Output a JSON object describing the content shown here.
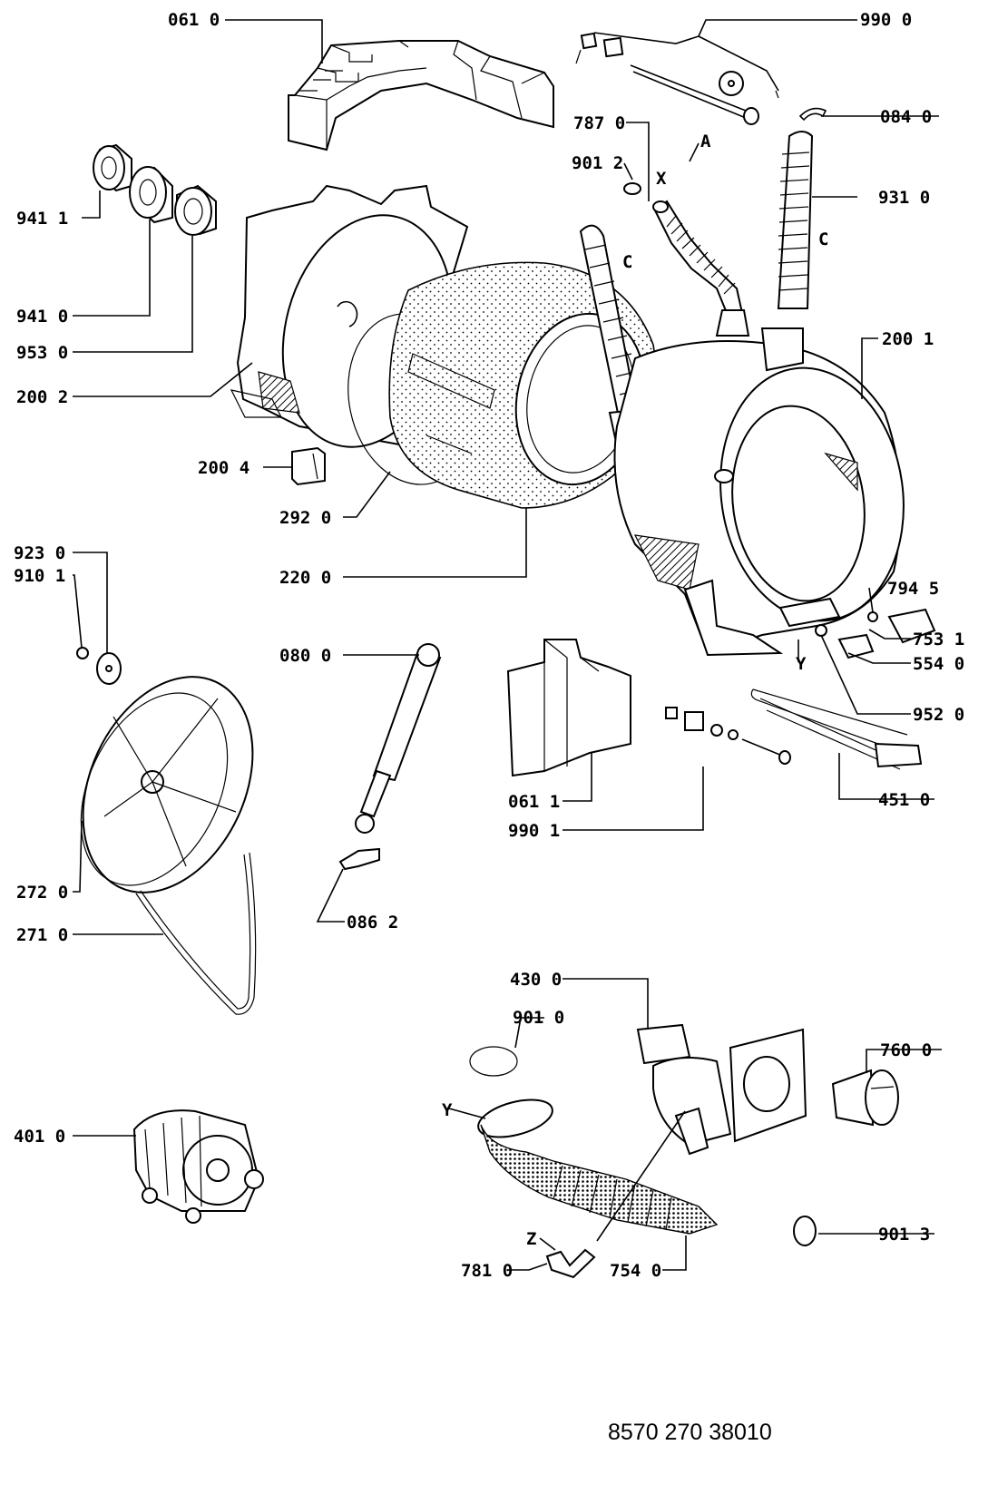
{
  "diagram": {
    "labels": [
      {
        "id": "061-0",
        "text": "061 0"
      },
      {
        "id": "990-0",
        "text": "990 0"
      },
      {
        "id": "084-0",
        "text": "084 0"
      },
      {
        "id": "787-0",
        "text": "787 0"
      },
      {
        "id": "a",
        "text": "A"
      },
      {
        "id": "901-2",
        "text": "901 2"
      },
      {
        "id": "x",
        "text": "X"
      },
      {
        "id": "931-0",
        "text": "931 0"
      },
      {
        "id": "c1",
        "text": "C"
      },
      {
        "id": "c2",
        "text": "C"
      },
      {
        "id": "941-1",
        "text": "941 1"
      },
      {
        "id": "941-0",
        "text": "941 0"
      },
      {
        "id": "953-0",
        "text": "953 0"
      },
      {
        "id": "200-2",
        "text": "200 2"
      },
      {
        "id": "200-1",
        "text": "200 1"
      },
      {
        "id": "200-4",
        "text": "200 4"
      },
      {
        "id": "292-0",
        "text": "292 0"
      },
      {
        "id": "220-0",
        "text": "220 0"
      },
      {
        "id": "923-0",
        "text": "923 0"
      },
      {
        "id": "910-1",
        "text": "910 1"
      },
      {
        "id": "080-0",
        "text": "080 0"
      },
      {
        "id": "794-5",
        "text": "794 5"
      },
      {
        "id": "753-1",
        "text": "753 1"
      },
      {
        "id": "y1",
        "text": "Y"
      },
      {
        "id": "554-0",
        "text": "554 0"
      },
      {
        "id": "952-0",
        "text": "952 0"
      },
      {
        "id": "061-1",
        "text": "061 1"
      },
      {
        "id": "990-1",
        "text": "990 1"
      },
      {
        "id": "451-0",
        "text": "451 0"
      },
      {
        "id": "272-0",
        "text": "272 0"
      },
      {
        "id": "271-0",
        "text": "271 0"
      },
      {
        "id": "086-2",
        "text": "086 2"
      },
      {
        "id": "430-0",
        "text": "430 0"
      },
      {
        "id": "901-0",
        "text": "901 0"
      },
      {
        "id": "760-0",
        "text": "760 0"
      },
      {
        "id": "y2",
        "text": "Y"
      },
      {
        "id": "401-0",
        "text": "401 0"
      },
      {
        "id": "901-3",
        "text": "901 3"
      },
      {
        "id": "z",
        "text": "Z"
      },
      {
        "id": "781-0",
        "text": "781 0"
      },
      {
        "id": "754-0",
        "text": "754 0"
      }
    ],
    "document_number": "8570 270 38010"
  }
}
